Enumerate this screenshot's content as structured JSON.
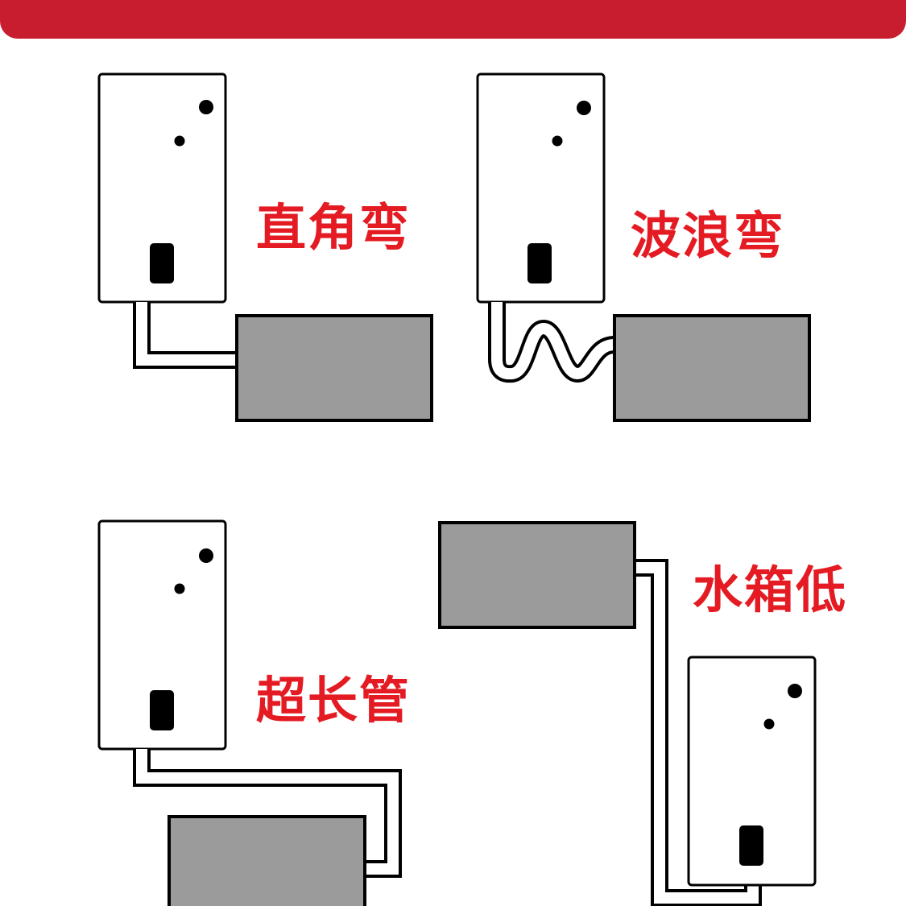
{
  "header": {
    "banner_text": "",
    "banner_color": "#c81d2e"
  },
  "labels": {
    "right_angle": "直角弯",
    "wave": "波浪弯",
    "long_pipe": "超长管",
    "low_tank": "水箱低"
  },
  "colors": {
    "label": "#e41b23",
    "tank_fill": "#9b9b9b",
    "outline": "#000000",
    "heater_fill": "#ffffff"
  }
}
